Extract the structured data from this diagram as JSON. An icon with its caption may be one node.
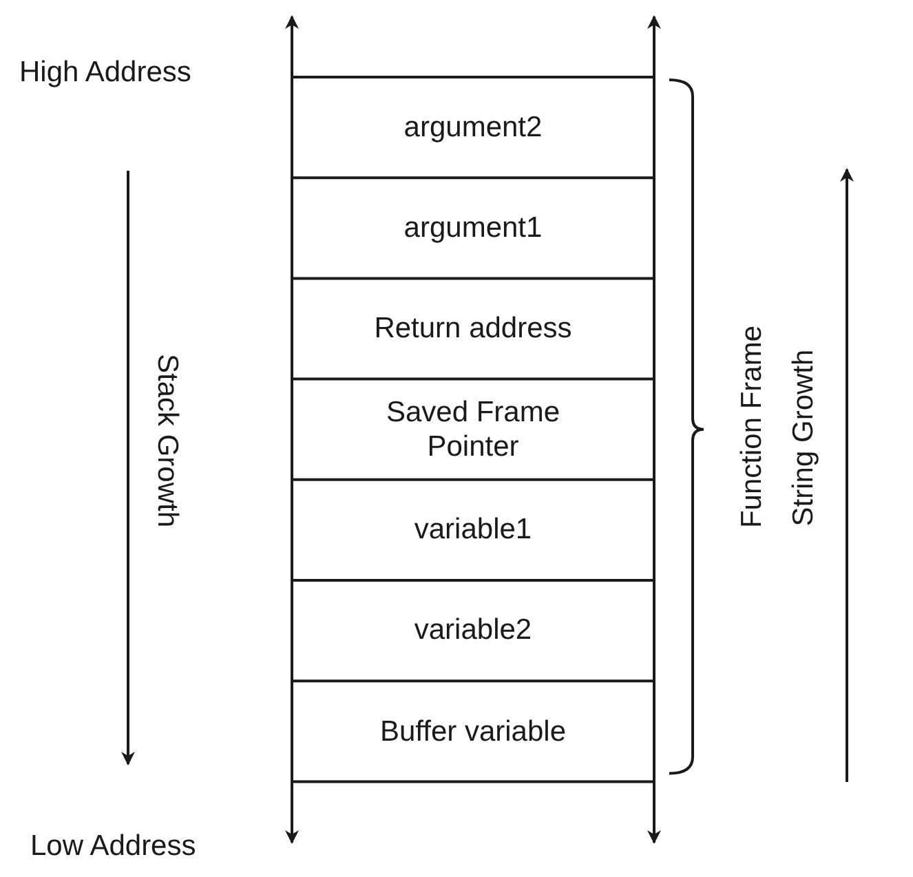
{
  "diagram": {
    "nodes": [
      {
        "text": [
          "argument2"
        ]
      },
      {
        "text": [
          "argument1"
        ]
      },
      {
        "text": [
          "Return address"
        ]
      },
      {
        "text": [
          "Saved Frame Pointer"
        ]
      },
      {
        "text": [
          "variable1"
        ]
      },
      {
        "text": [
          "variable2"
        ]
      },
      {
        "text": [
          "Buffer variable"
        ]
      }
    ],
    "edges": [],
    "labels": [
      "High Address",
      "Low Address",
      "Stack Growth",
      "Function Frame",
      "String Growth"
    ]
  }
}
